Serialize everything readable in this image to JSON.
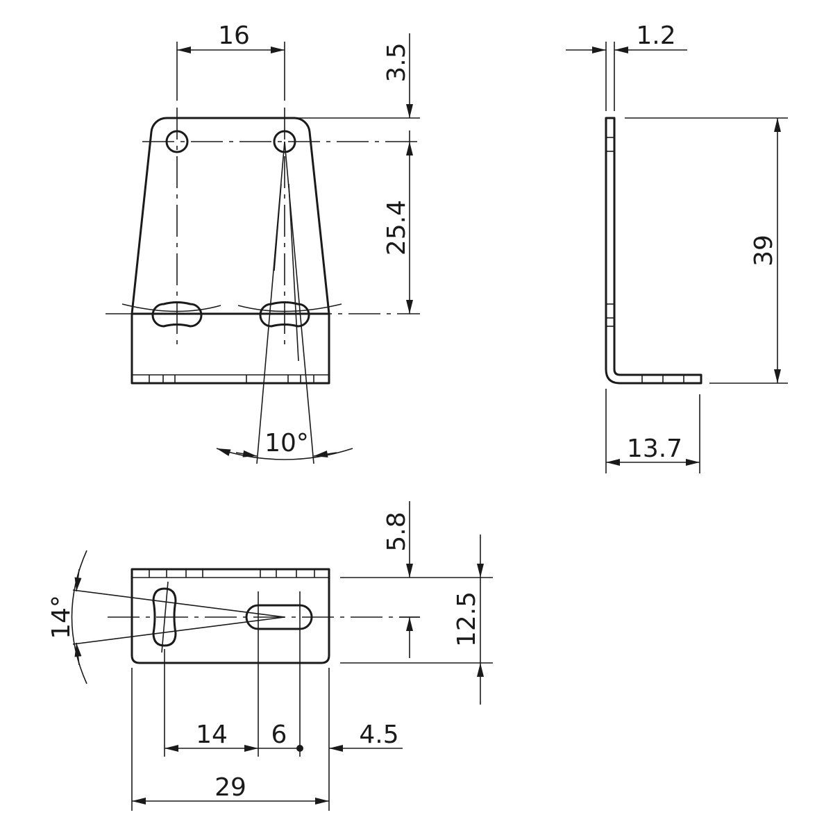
{
  "dimensions": {
    "hole_spacing": "16",
    "top_to_hole": "3.5",
    "hole_to_slot": "25.4",
    "slot_angle_front": "10°",
    "thickness": "1.2",
    "height": "39",
    "depth": "13.7",
    "slot_offset_bottom": "5.8",
    "base_depth": "12.5",
    "slot_angle_bottom": "14°",
    "dist_14": "14",
    "dist_6": "6",
    "dist_4_5": "4.5",
    "width": "29"
  },
  "colors": {
    "line": "#1a1a1a",
    "background": "#ffffff"
  }
}
